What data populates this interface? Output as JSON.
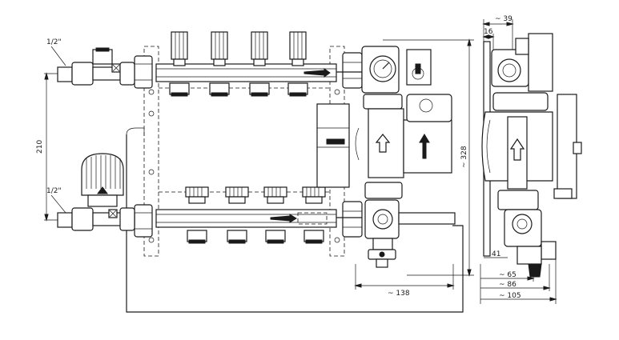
{
  "left_view": {
    "thread_label_top": "1/2\"",
    "thread_label_bottom": "1/2\"",
    "spacing_label": "210",
    "height_label": "~ 328",
    "width_label": "~ 138"
  },
  "side_view": {
    "dim_top": "~ 39",
    "dim_small": "16",
    "dim_41": "41",
    "dim_65": "~ 65",
    "dim_86": "~ 86",
    "dim_105": "~ 105"
  }
}
